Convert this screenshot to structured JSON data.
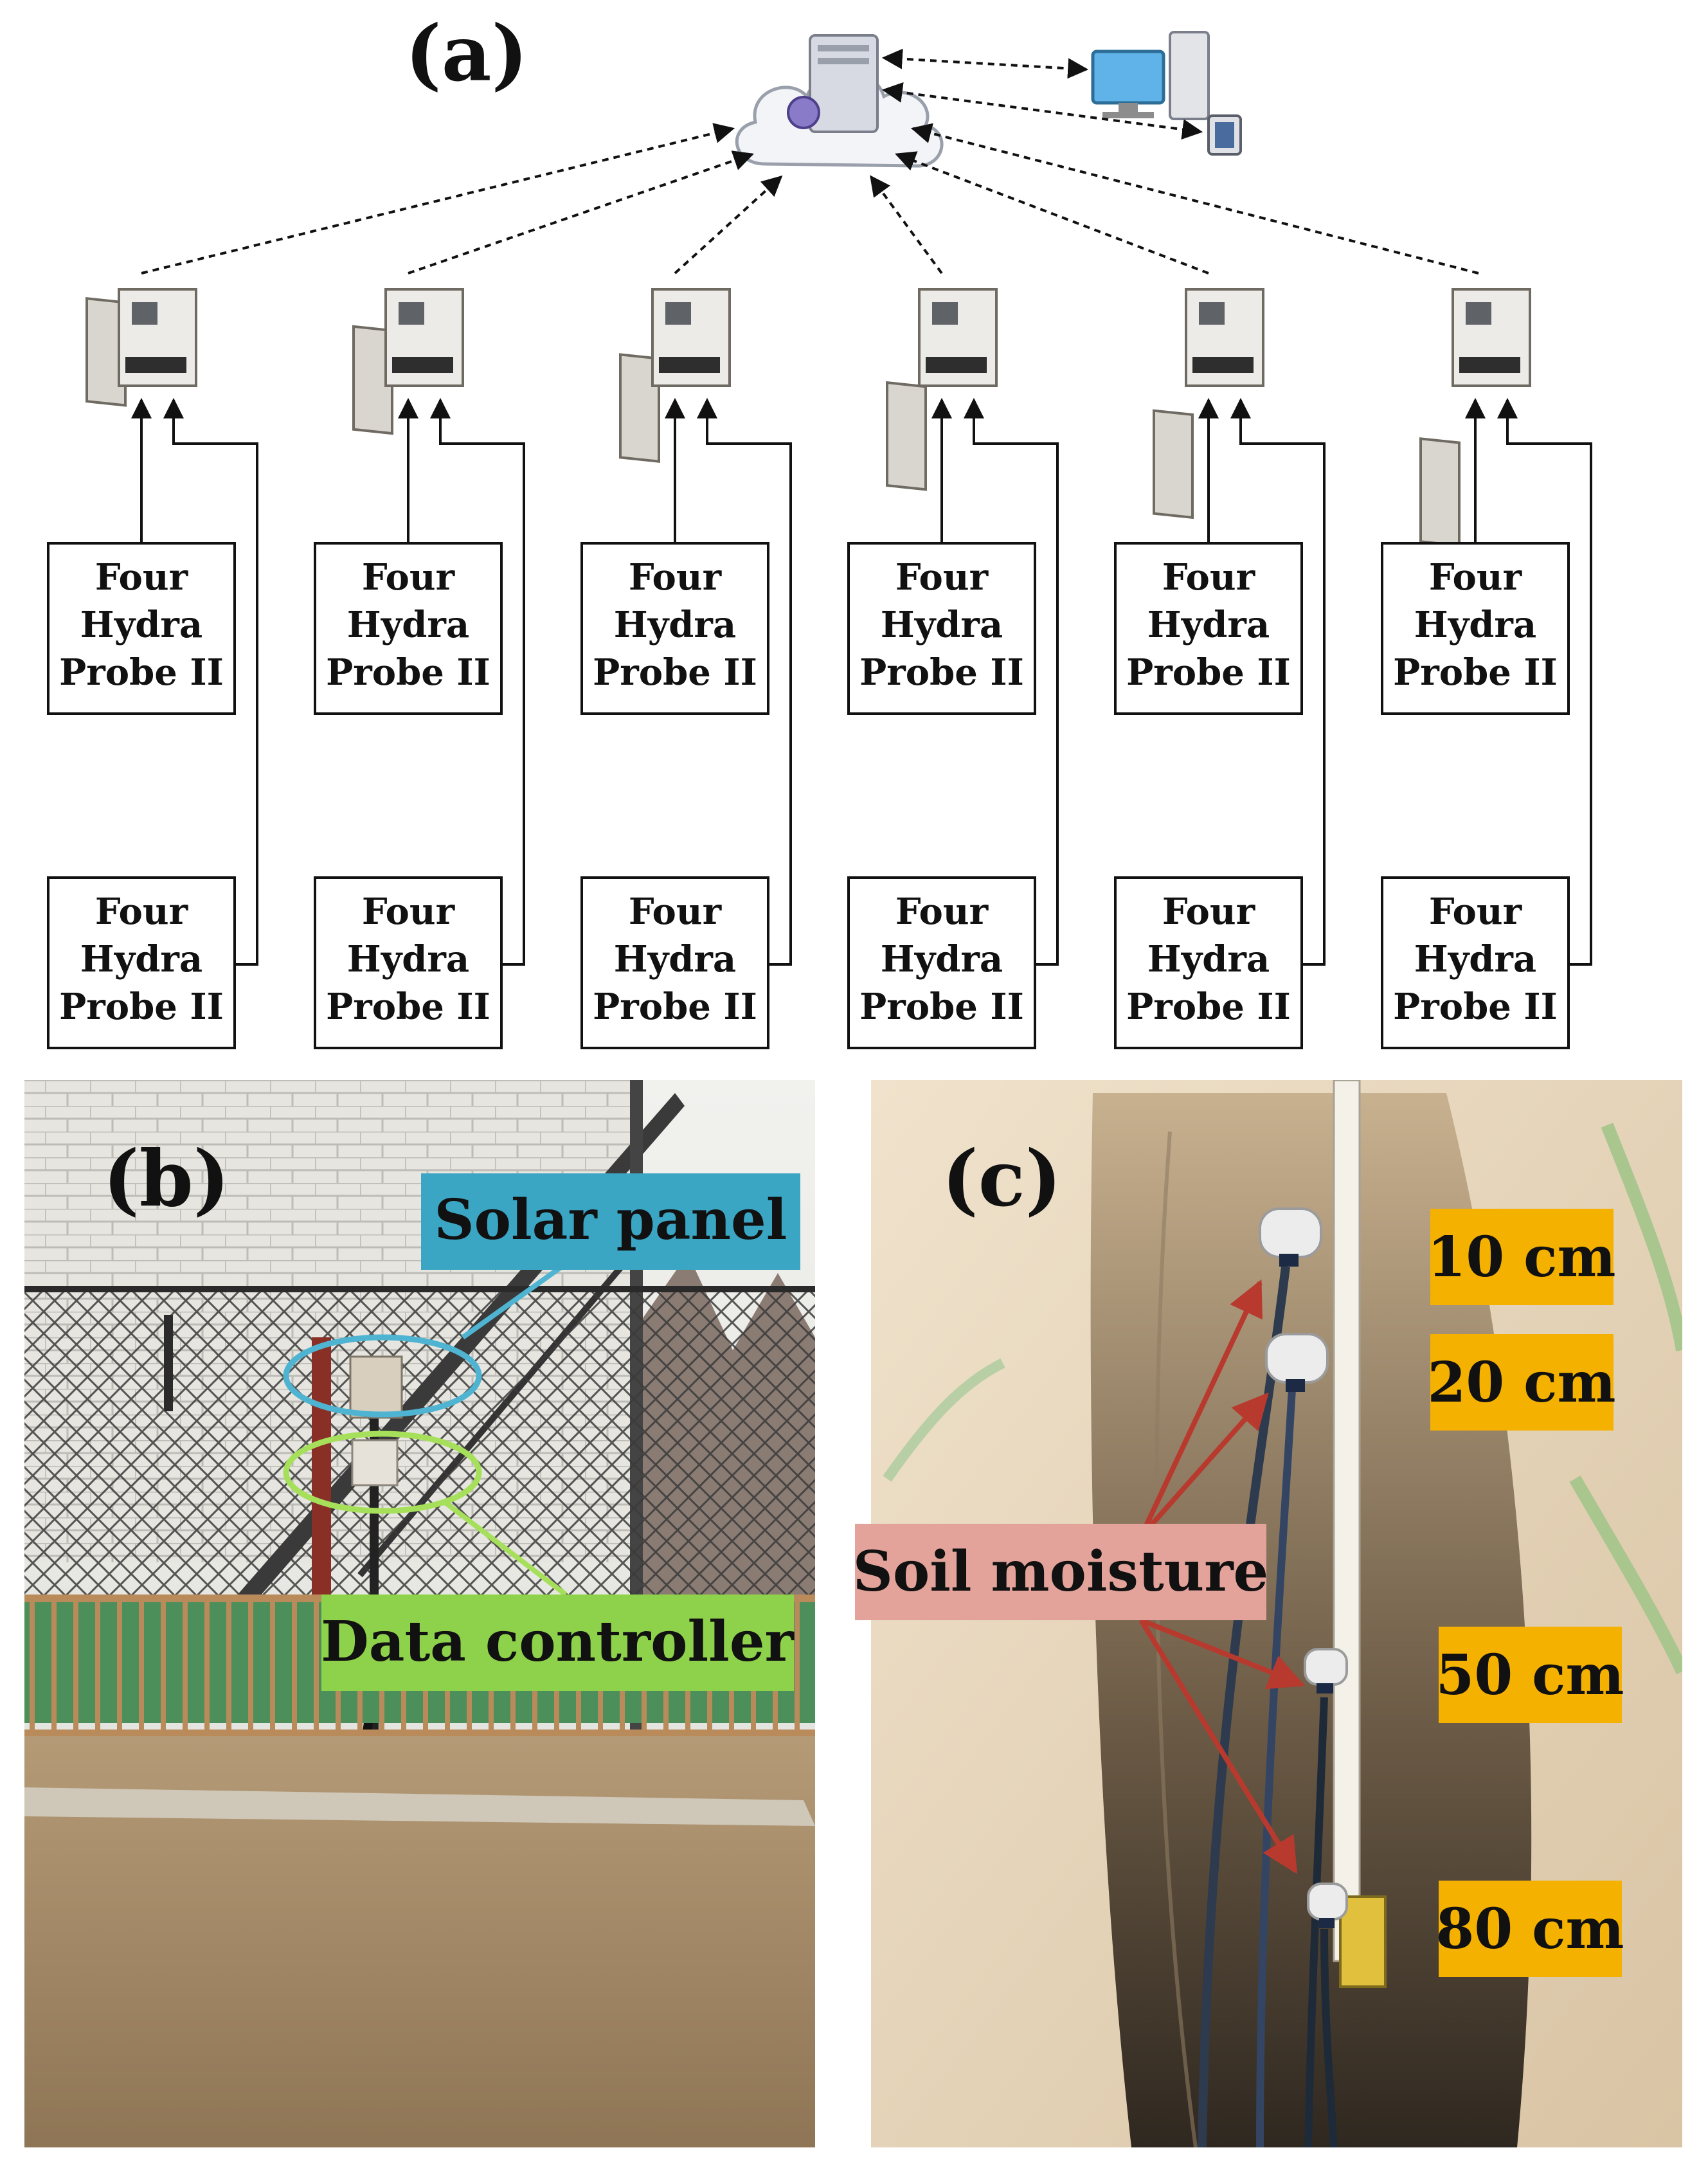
{
  "panels": {
    "a": {
      "label": "(a)"
    },
    "b": {
      "label": "(b)"
    },
    "c": {
      "label": "(c)"
    }
  },
  "network": {
    "hub_icon": "cloud-server-icon",
    "clients": [
      "desktop-computer-icon",
      "mobile-device-icon"
    ],
    "controller_icon": "data-controller-box-icon",
    "controller_count": 6,
    "probe_rows": 2,
    "probe_label_lines": [
      "Four",
      "Hydra",
      "Probe II"
    ]
  },
  "photo_b": {
    "callouts": [
      {
        "text": "Solar panel",
        "color": "#3aa6c4"
      },
      {
        "text": "Data controller",
        "color": "#8ed14a"
      }
    ]
  },
  "photo_c": {
    "callout": {
      "text": "Soil moisture",
      "color": "#e3a39b"
    },
    "depths": [
      "10 cm",
      "20 cm",
      "50 cm",
      "80 cm"
    ],
    "depth_tag_color": "#f5b100",
    "arrow_color": "#b83a2e"
  }
}
